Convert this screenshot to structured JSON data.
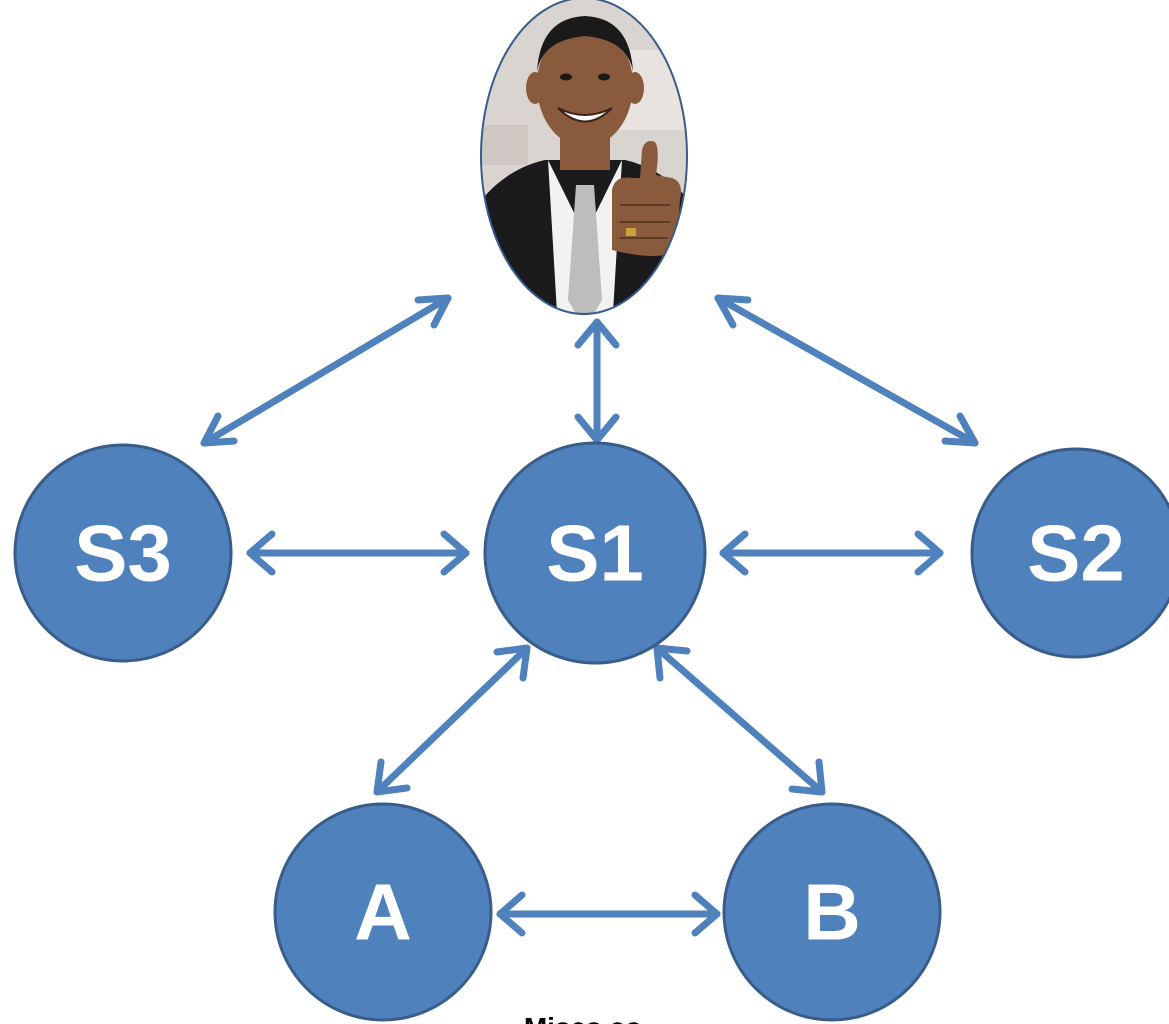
{
  "colors": {
    "node_fill": "#4f81bd",
    "node_stroke": "#385d8a",
    "arrow": "#4f81bd",
    "photo_bg": "#d9d4cf",
    "suit": "#1b1b1e",
    "shirt": "#f2f2f2",
    "tie": "#bdbdbd",
    "skin": "#8a5a3c"
  },
  "nodes": {
    "top": {
      "icon": "person-thumbs-up-photo"
    },
    "s1": {
      "label": "S1"
    },
    "s2": {
      "label": "S2"
    },
    "s3": {
      "label": "S3"
    },
    "a": {
      "label": "A"
    },
    "b": {
      "label": "B"
    }
  },
  "edges": [
    {
      "from": "top",
      "to": "s1"
    },
    {
      "from": "top",
      "to": "s2"
    },
    {
      "from": "top",
      "to": "s3"
    },
    {
      "from": "s1",
      "to": "s2"
    },
    {
      "from": "s1",
      "to": "s3"
    },
    {
      "from": "s1",
      "to": "a"
    },
    {
      "from": "s1",
      "to": "b"
    },
    {
      "from": "a",
      "to": "b"
    }
  ],
  "caption": "Mises.co"
}
